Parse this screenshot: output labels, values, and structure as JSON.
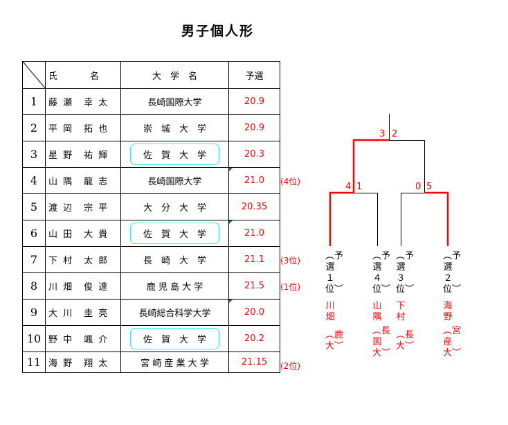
{
  "title": "男子個人形",
  "headers": {
    "name": "氏　　　名",
    "univ": "大　学　名",
    "prelim": "予選"
  },
  "rows": [
    {
      "no": "1",
      "name": "藤 瀬　幸 太",
      "univ": "長崎国際大学",
      "score": "20.9",
      "boxed": false,
      "mark": false
    },
    {
      "no": "2",
      "name": "平 岡　拓 也",
      "univ": "崇　城　大　学",
      "score": "20.9",
      "boxed": false,
      "mark": false
    },
    {
      "no": "3",
      "name": "星 野　祐 輝",
      "univ": "佐　賀　大　学",
      "score": "20.3",
      "boxed": true,
      "mark": false
    },
    {
      "no": "4",
      "name": "山 隅　龍 志",
      "univ": "長崎国際大学",
      "score": "21.0",
      "boxed": false,
      "mark": true,
      "rank": "(4位)"
    },
    {
      "no": "5",
      "name": "渡 辺　宗 平",
      "univ": "大　分　大　学",
      "score": "20.35",
      "boxed": false,
      "mark": false
    },
    {
      "no": "6",
      "name": "山 田　大 貴",
      "univ": "佐　賀　大　学",
      "score": "21.0",
      "boxed": true,
      "mark": true
    },
    {
      "no": "7",
      "name": "下 村　太 郎",
      "univ": "長　崎　大　学",
      "score": "21.1",
      "boxed": false,
      "mark": false,
      "rank": "(3位)"
    },
    {
      "no": "8",
      "name": "川 畑　俊 達",
      "univ": "鹿 児 島 大 学",
      "score": "21.5",
      "boxed": false,
      "mark": false,
      "rank": "(1位)"
    },
    {
      "no": "9",
      "name": "大 川　圭 亮",
      "univ": "長崎総合科学大学",
      "score": "20.0",
      "boxed": false,
      "mark": true
    },
    {
      "no": "10",
      "name": "野 中　颯 介",
      "univ": "佐　賀　大　学",
      "score": "20.2",
      "boxed": true,
      "mark": false
    },
    {
      "no": "11",
      "name": "海 野　翔 太",
      "univ": "宮 崎 産 業 大 学",
      "score": "21.15",
      "boxed": false,
      "mark": false,
      "rank": "(2位)"
    }
  ],
  "bracket": {
    "final": {
      "left": "3",
      "right": "2"
    },
    "semi1": {
      "left": "4",
      "right": "1"
    },
    "semi2": {
      "left": "0",
      "right": "5"
    },
    "slots": [
      {
        "seed": "︵予選１位︶",
        "name": "川畑",
        "univ": "︵鹿大︶"
      },
      {
        "seed": "︵予選４位︶",
        "name": "山隅",
        "univ": "︵長国大︶"
      },
      {
        "seed": "︵予選３位︶",
        "name": "下村",
        "univ": "︵長大︶"
      },
      {
        "seed": "︵予選２位︶",
        "name": "海野",
        "univ": "︵宮産大︶"
      }
    ]
  },
  "colors": {
    "win": "#ff0000",
    "line": "#000000",
    "box": "#33eeee"
  }
}
